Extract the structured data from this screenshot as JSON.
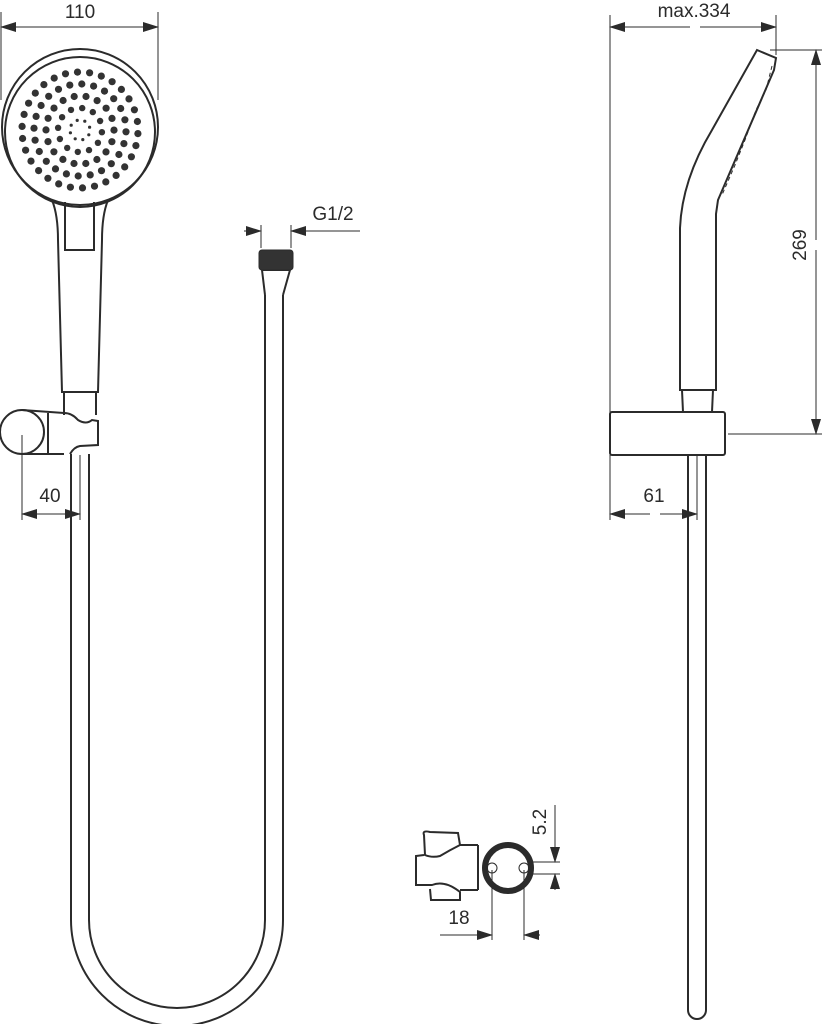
{
  "drawing": {
    "type": "technical dimension drawing",
    "subject": "hand shower with hose and wall bracket",
    "views": [
      "front view",
      "side view",
      "bracket detail"
    ]
  },
  "dimensions": {
    "head_diameter": "110",
    "bracket_offset_front": "40",
    "connector_thread": "G1/2",
    "max_projection": "max.334",
    "height": "269",
    "bracket_offset_side": "61",
    "hole_diameter": "5.2",
    "hole_spacing": "18"
  },
  "colors": {
    "line": "#2b2b2b",
    "background": "#ffffff"
  }
}
